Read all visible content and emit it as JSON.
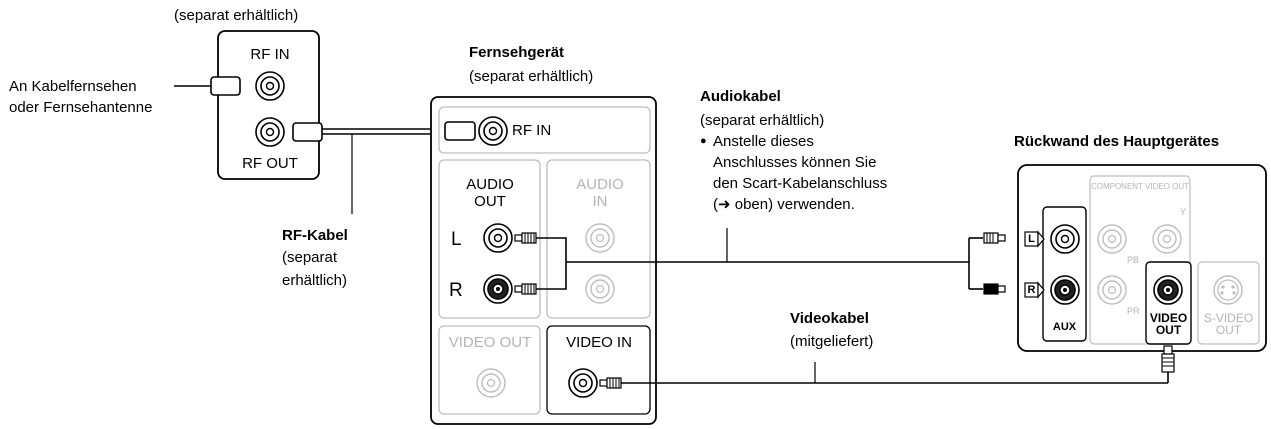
{
  "box_top": {
    "note": "(separat erhältlich)",
    "rf_in": "RF IN",
    "rf_out": "RF OUT"
  },
  "antenna_label": [
    "An Kabelfernsehen",
    "oder Fernsehantenne"
  ],
  "rf_cable": {
    "title": "RF-Kabel",
    "note": [
      "(separat",
      "erhältlich)"
    ]
  },
  "tv": {
    "title": "Fernsehgerät",
    "note": "(separat erhältlich)",
    "rf_in": "RF IN",
    "audio_out": [
      "AUDIO",
      "OUT"
    ],
    "audio_in": [
      "AUDIO",
      "IN"
    ],
    "left": "L",
    "right": "R",
    "video_out": "VIDEO OUT",
    "video_in": "VIDEO IN"
  },
  "audio_cable": {
    "title": "Audiokabel",
    "note": "(separat erhältlich)",
    "bullet": "●",
    "info": [
      "Anstelle dieses",
      "Anschlusses können Sie",
      "den Scart-Kabelanschluss",
      "(➜ oben) verwenden."
    ]
  },
  "video_cable": {
    "title": "Videokabel",
    "note": "(mitgeliefert)"
  },
  "main_unit": {
    "title": "Rückwand des Hauptgerätes",
    "component_video_out": "COMPONENT VIDEO OUT",
    "y": "Y",
    "pb": "PB",
    "pr": "PR",
    "aux": "AUX",
    "video_out": [
      "VIDEO",
      "OUT"
    ],
    "s_video_out": [
      "S-VIDEO",
      "OUT"
    ],
    "l_badge": "L",
    "r_badge": "R"
  }
}
